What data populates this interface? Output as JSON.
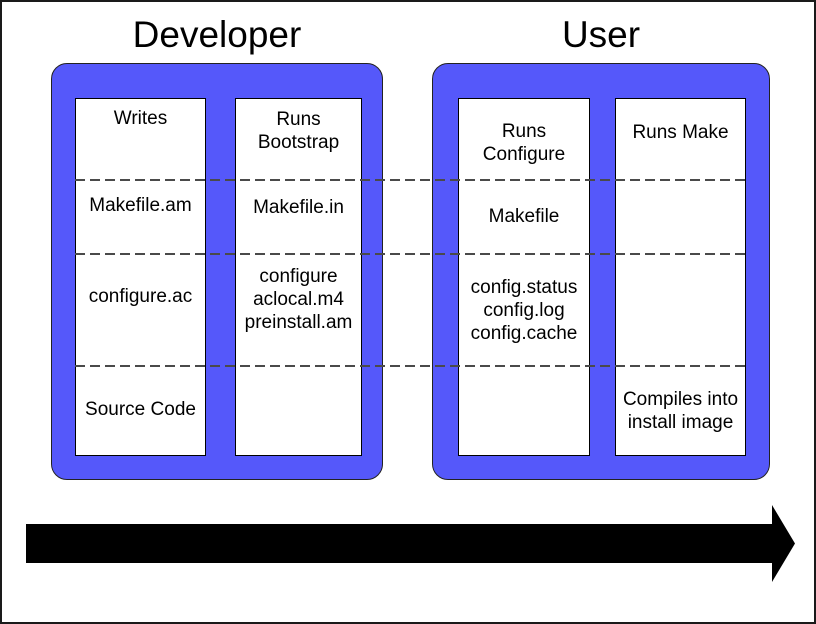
{
  "colors": {
    "group_fill": "#5558fa",
    "outline": "#1a1a1a",
    "dash": "#4a4a4a",
    "arrow": "#000000"
  },
  "groups": [
    {
      "id": "developer",
      "title": "Developer",
      "columns": [
        {
          "cells": [
            [
              "Writes"
            ],
            [
              "Makefile.am"
            ],
            [
              "configure.ac"
            ],
            [
              "Source Code"
            ]
          ]
        },
        {
          "cells": [
            [
              "Runs",
              "Bootstrap"
            ],
            [
              "Makefile.in"
            ],
            [
              "configure",
              "aclocal.m4",
              "preinstall.am"
            ],
            []
          ]
        }
      ]
    },
    {
      "id": "user",
      "title": "User",
      "columns": [
        {
          "cells": [
            [
              "Runs",
              "Configure"
            ],
            [
              "Makefile"
            ],
            [
              "config.status",
              "config.log",
              "config.cache"
            ],
            []
          ]
        },
        {
          "cells": [
            [
              "Runs Make"
            ],
            [],
            [],
            [
              "Compiles into",
              "install image"
            ]
          ]
        }
      ]
    }
  ]
}
